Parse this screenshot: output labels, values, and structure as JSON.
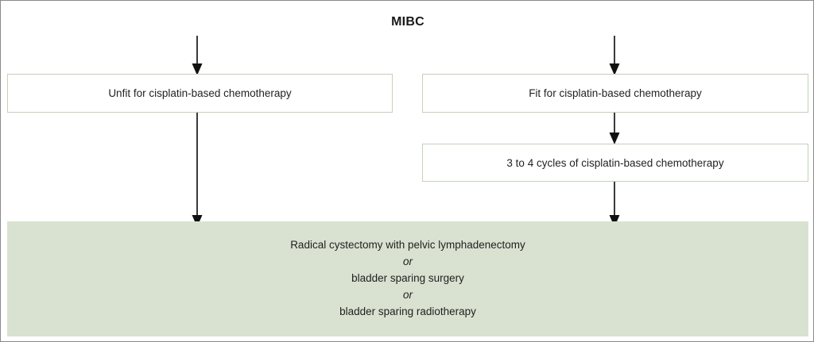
{
  "diagram": {
    "title": "MIBC",
    "background_color": "#ffffff",
    "border_color": "#8a8a8a",
    "node_border_color": "#c3d2b8",
    "panel_fill_color": "#d9e2d1",
    "arrow_color": "#3a3a3a"
  },
  "nodes": {
    "unfit": "Unfit for cisplatin-based chemotherapy",
    "fit": "Fit for cisplatin-based chemotherapy",
    "cycles": "3 to 4 cycles of cisplatin-based chemotherapy"
  },
  "treatment_panel": {
    "line1": "Radical cystectomy with pelvic lymphadenectomy",
    "or1": "or",
    "line2": "bladder sparing surgery",
    "or2": "or",
    "line3": "bladder sparing radiotherapy"
  },
  "connectors": [
    {
      "name": "title-to-unfit",
      "from": "MIBC",
      "to": "Unfit for cisplatin-based chemotherapy"
    },
    {
      "name": "title-to-fit",
      "from": "MIBC",
      "to": "Fit for cisplatin-based chemotherapy"
    },
    {
      "name": "fit-to-cycles",
      "from": "Fit for cisplatin-based chemotherapy",
      "to": "3 to 4 cycles of cisplatin-based chemotherapy"
    },
    {
      "name": "unfit-to-treatment",
      "from": "Unfit for cisplatin-based chemotherapy",
      "to": "Radical cystectomy with pelvic lymphadenectomy"
    },
    {
      "name": "cycles-to-treatment",
      "from": "3 to 4 cycles of cisplatin-based chemotherapy",
      "to": "Radical cystectomy with pelvic lymphadenectomy"
    }
  ]
}
